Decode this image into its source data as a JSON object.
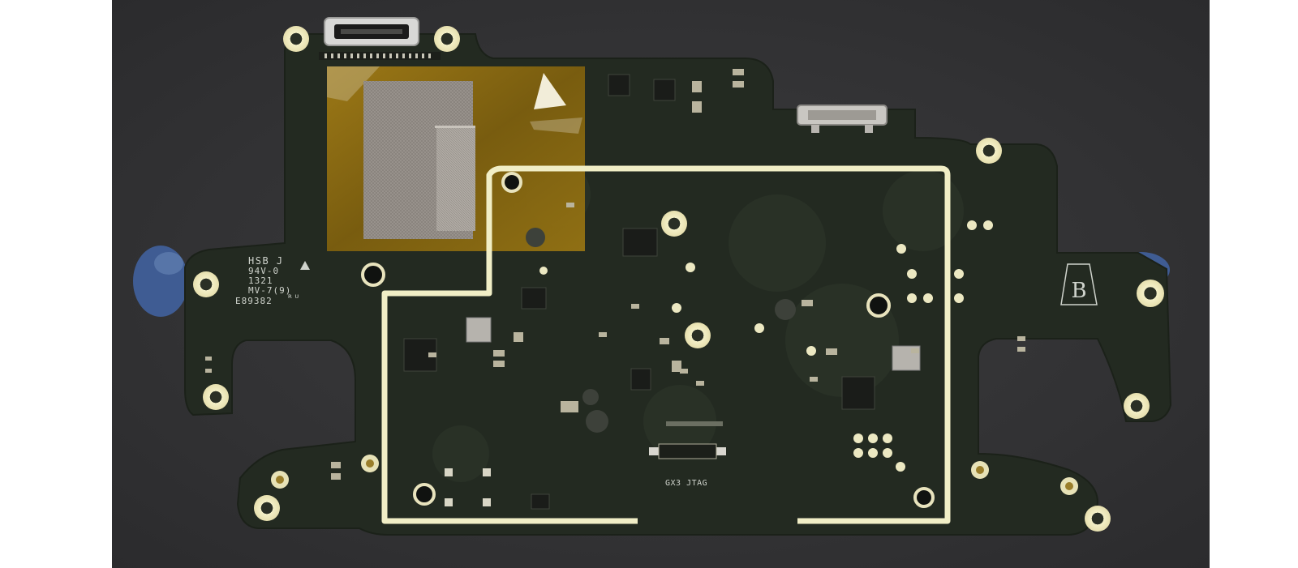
{
  "photo": {
    "subject": "printed circuit board, bottom side",
    "colors": {
      "background": "#333335",
      "board": "#242b21",
      "gold_trace": "#f1eec6",
      "kapton_tape": "#8b6a10",
      "emi_shield": "#9c958f",
      "blue_putty": "#3f5c93"
    }
  },
  "silkscreen": {
    "maker": "HSB J",
    "rating": "94V-0",
    "date_code": "1321",
    "model": "MV-7(9)",
    "ul_file": "E89382",
    "ul_mark": "ᴿᵁ",
    "debug_header": "GX3 JTAG",
    "side_mark": "B"
  }
}
